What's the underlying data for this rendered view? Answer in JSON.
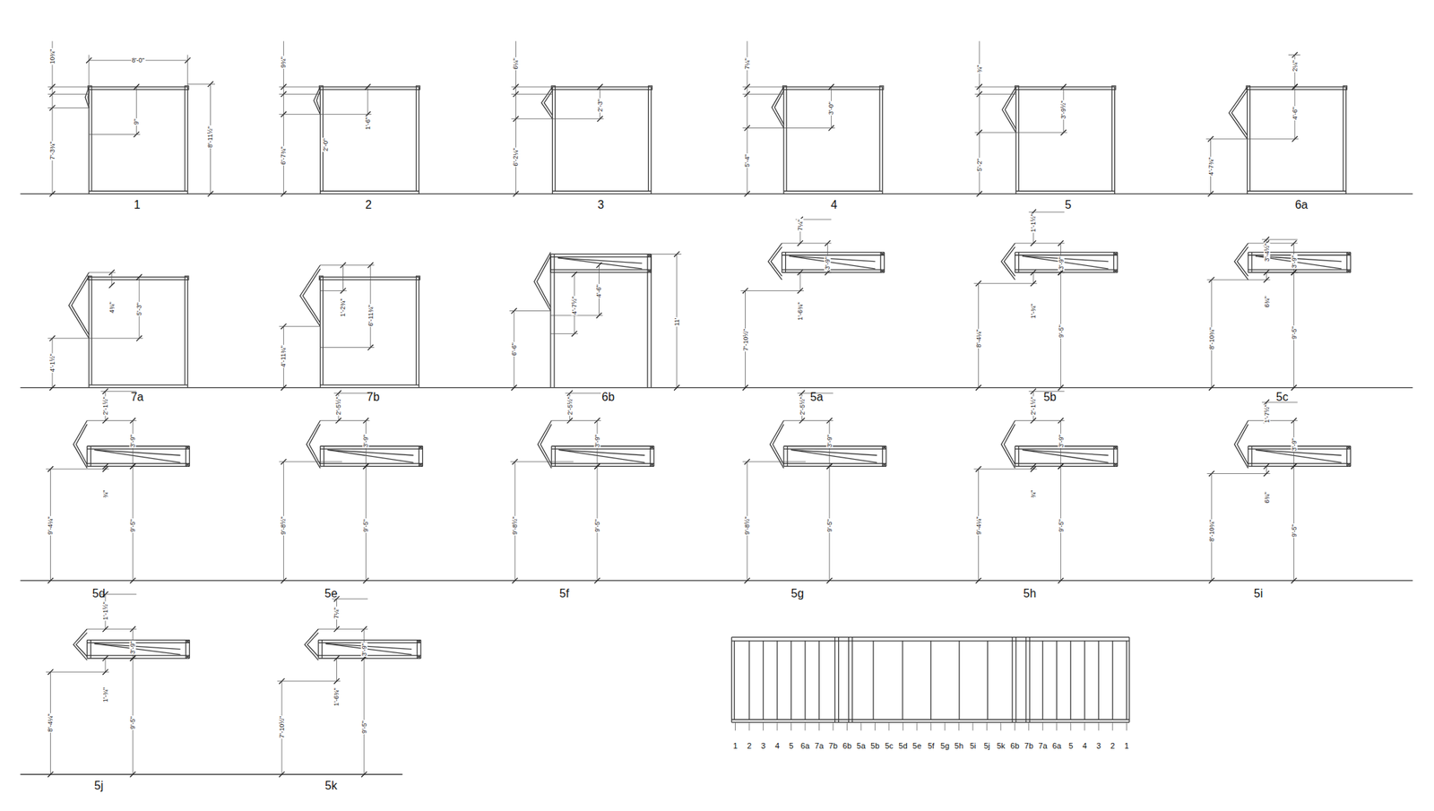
{
  "diagram": {
    "labels": [
      "10¾\"",
      "8'-0\"",
      "9\"",
      "7'-3¾\"",
      "8'-11½\"",
      "1",
      "9¾\"",
      "1'-6\"",
      "2'-0\"",
      "6'-7¾\"",
      "2",
      "6¼\"",
      "2'-3\"",
      "6'-2¼\"",
      "3",
      "7¼\"",
      "3'-0\"",
      "5'-4\"",
      "4",
      "¾\"",
      "3'-9½\"",
      "5'-2\"",
      "5",
      "2¼\"",
      "4'-6\"",
      "4'-7¾\"",
      "6a",
      "4¾\"",
      "5'-3\"",
      "4'-1½\"",
      "7a",
      "1'-2¾\"",
      "6'-11¾\"",
      "4'-11¾\"",
      "7b",
      "4'-6\"",
      "4'-7½\"",
      "6'-6\"",
      "11'",
      "6b",
      "7¼\"",
      "3'-9\"",
      "1'-6¾\"",
      "7'-10½\"",
      "5a",
      "1'-1½\"",
      "3'-9\"",
      "1'-¾\"",
      "8'-4¼\"",
      "9'-5\"",
      "5b",
      "3'-4½\"",
      "3'-9\"",
      "6¾\"",
      "8'-10¾\"",
      "9'-5\"",
      "5c",
      "2'-1½\"",
      "3'-9\"",
      "¾\"",
      "9'-4¼\"",
      "9'-5\"",
      "5d",
      "2'-5½\"",
      "3'-9\"",
      "9'-8½\"",
      "9'-5\"",
      "5e",
      "2'-5½\"",
      "3'-9\"",
      "9'-8½\"",
      "9'-5\"",
      "5f",
      "2'-5½\"",
      "3'-9\"",
      "9'-8½\"",
      "9'-5\"",
      "5g",
      "2'-1½\"",
      "3'-9\"",
      "¾\"",
      "9'-4¼\"",
      "9'-5\"",
      "5h",
      "1'-7½\"",
      "3'-9\"",
      "6¾\"",
      "8'-10¾\"",
      "9'-5\"",
      "5i",
      "1'-1½\"",
      "3'-9\"",
      "1'-¾\"",
      "8'-4¼\"",
      "9'-5\"",
      "5j",
      "7¼\"",
      "3'-9\"",
      "1'-6¾\"",
      "7'-10½\"",
      "9'-5\"",
      "5k",
      "1",
      "2",
      "3",
      "4",
      "5",
      "6a",
      "7a",
      "7b",
      "6b",
      "5a",
      "5b",
      "5c",
      "5d",
      "5e",
      "5f",
      "5g",
      "5h",
      "5i",
      "5j",
      "5k",
      "6b",
      "7b",
      "7a",
      "6a",
      "5",
      "4",
      "3",
      "2",
      "1"
    ]
  }
}
